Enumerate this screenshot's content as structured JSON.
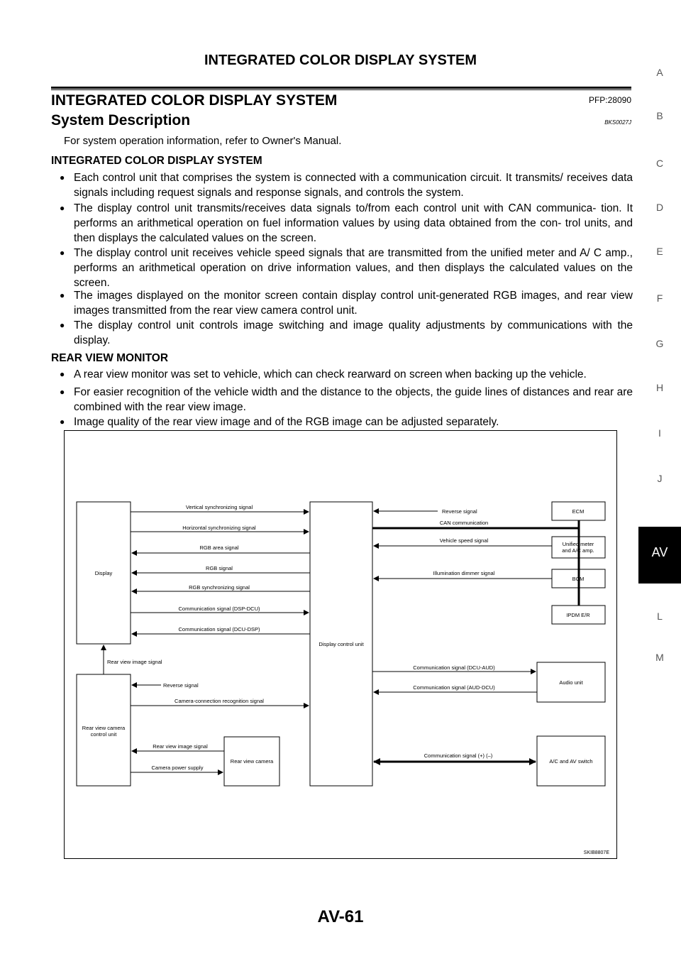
{
  "header": {
    "running_title": "INTEGRATED COLOR DISPLAY SYSTEM"
  },
  "title": {
    "main": "INTEGRATED COLOR DISPLAY SYSTEM",
    "pfp": "PFP:28090"
  },
  "system_description": {
    "heading": "System Description",
    "code": "BKS0027J",
    "intro": "For system operation information, refer to Owner's Manual."
  },
  "section1": {
    "heading": "INTEGRATED COLOR DISPLAY SYSTEM",
    "bullets": [
      "Each control unit that comprises the system is connected with a communication circuit. It transmits/ receives data signals including request signals and response signals, and controls the system.",
      "The display control unit transmits/receives data signals to/from each control unit with CAN communica- tion. It performs an arithmetical operation on fuel information values by using data obtained from the con- trol units, and then displays the calculated values on the screen.",
      "The display control unit receives vehicle speed signals that are transmitted from the unified meter and A/ C amp., performs an arithmetical operation on drive information values, and then displays the calculated values on the screen.",
      "The images displayed on the monitor screen contain display control unit-generated RGB images, and rear view images transmitted from the rear view camera control unit.",
      "The display control unit controls image switching and image quality adjustments by communications with the display."
    ]
  },
  "section2": {
    "heading": "REAR VIEW MONITOR",
    "bullets": [
      "A rear view monitor was set to vehicle, which can check rearward on screen when backing up the vehicle.",
      "For easier recognition of the vehicle width and the distance to the objects, the guide lines of distances and rear are combined with the rear view image.",
      "Image quality of the rear view image and of the RGB image can be adjusted separately."
    ]
  },
  "side_index": {
    "letters": [
      "A",
      "B",
      "C",
      "D",
      "E",
      "F",
      "G",
      "H",
      "I",
      "J",
      "AV",
      "L",
      "M"
    ],
    "active": "AV"
  },
  "diagram": {
    "boxes": {
      "display": "Display",
      "dcu": "Display control unit",
      "rvccu_line1": "Rear view camera",
      "rvccu_line2": "control unit",
      "rear_camera": "Rear view camera",
      "ecm": "ECM",
      "meter_line1": "Unified meter",
      "meter_line2": "and A/C amp.",
      "bcm": "BCM",
      "ipdm": "IPDM E/R",
      "audio": "Audio unit",
      "ac_av": "A/C and AV switch"
    },
    "signals": {
      "vsync": "Vertical synchronizing signal",
      "hsync": "Horizontal synchronizing signal",
      "rgb_area": "RGB area signal",
      "rgb": "RGB signal",
      "rgb_sync": "RGB synchronizing signal",
      "comm_dsp_dcu": "Communication signal (DSP-DCU)",
      "comm_dcu_dsp": "Communication signal (DCU-DSP)",
      "rv_image_up": "Rear view image signal",
      "reverse_left": "Reverse signal",
      "cam_conn": "Camera-connection recognition signal",
      "rv_image_cam": "Rear view image signal",
      "cam_power": "Camera power supply",
      "reverse_right": "Reverse signal",
      "can": "CAN communication",
      "vss": "Vehicle speed signal",
      "illum": "Illumination dimmer signal",
      "comm_dcu_aud": "Communication signal (DCU-AUD)",
      "comm_aud_dcu": "Communication signal (AUD-DCU)",
      "comm_pm": "Communication signal (+) (–)"
    },
    "figure_code": "SKIB8807E"
  },
  "footer": {
    "page_number": "AV-61"
  }
}
